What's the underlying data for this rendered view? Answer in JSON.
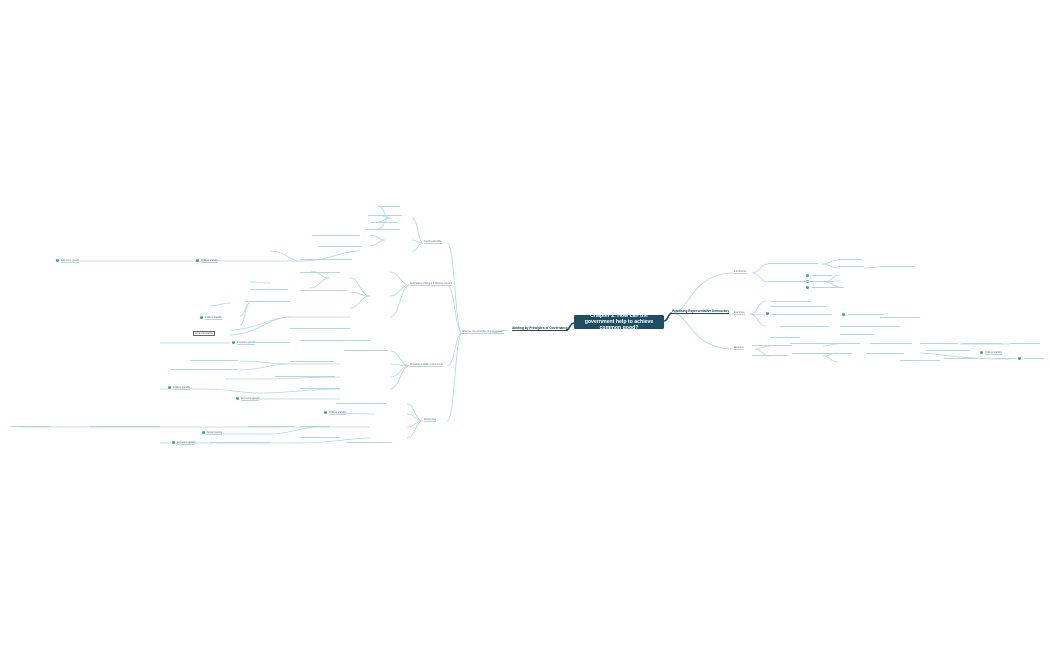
{
  "central_topic": "Chapter 2: How can the government help to achieve common good?",
  "branches": [
    {
      "label": "Practising Representative Democracy",
      "side": "right"
    },
    {
      "label": "Abiding by Principles of Governance",
      "side": "left"
    }
  ],
  "sub_topics": [
    {
      "label": "Good leadership"
    },
    {
      "label": "What are the principles of governance?"
    },
    {
      "label": "Anticipating changes & Staying relevant"
    },
    {
      "label": "Providing a stable environment"
    },
    {
      "label": "Meritocracy"
    },
    {
      "label": "Introduction"
    },
    {
      "label": "Examples"
    },
    {
      "label": "Elections"
    }
  ],
  "detail_labels": [
    "Economic growth",
    "Economic growth",
    "Economic growth",
    "Economic growth",
    "Political stability",
    "Political stability",
    "Political stability",
    "Financial stability",
    "Political stability",
    "Social stability",
    "Political stability"
  ],
  "colors": {
    "central_bg": "#1f4e63",
    "central_text": "#ffffff",
    "branch_line": "#1f4e63",
    "leaf_line": "#b3d6e6",
    "leaf_text": "#6b6b6b",
    "marker": "#29b36b"
  }
}
